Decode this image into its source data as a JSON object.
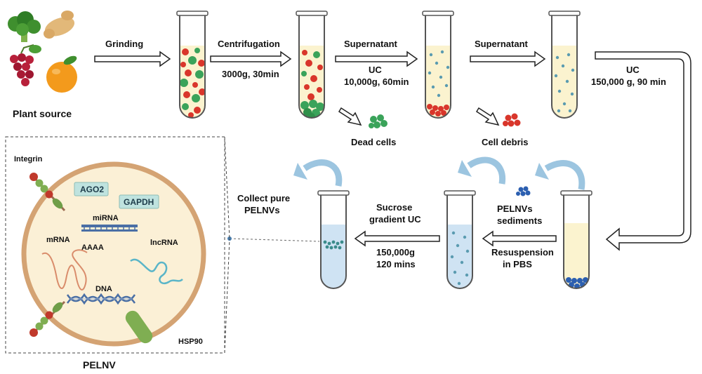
{
  "labels": {
    "plant_source": "Plant source",
    "grinding": "Grinding",
    "centrifugation": "Centrifugation",
    "centrifugation_cond": "3000g, 30min",
    "supernatant_1": "Supernatant",
    "uc_1": "UC",
    "uc_1_cond": "10,000g, 60min",
    "supernatant_2": "Supernatant",
    "uc_2": "UC",
    "uc_2_cond": "150,000 g, 90 min",
    "dead_cells": "Dead cells",
    "cell_debris": "Cell debris",
    "pelnvs_sediments_1": "PELNVs",
    "pelnvs_sediments_2": "sediments",
    "resuspension_1": "Resuspension",
    "resuspension_2": "in PBS",
    "sucrose_1": "Sucrose",
    "sucrose_2": "gradient UC",
    "sucrose_cond_1": "150,000g",
    "sucrose_cond_2": "120 mins",
    "collect_1": "Collect pure",
    "collect_2": "PELNVs",
    "pelnv": "PELNV"
  },
  "vesicle": {
    "integrin_top": "Integrin",
    "ago2": "AGO2",
    "gapdh": "GAPDH",
    "mirna": "miRNA",
    "mrna": "mRNA",
    "aaaa": "AAAA",
    "lncrna": "lncRNA",
    "dna": "DNA",
    "hsp90": "HSP90"
  },
  "colors": {
    "arrow_outline": "#222222",
    "tube_outline": "#555555",
    "yellow_liquid": "#fbf3cf",
    "blue_liquid": "#cfe3f3",
    "red_particle": "#d9362b",
    "green_particle": "#3aa35a",
    "blue_dot": "#5a9bb0",
    "pellet_blue": "#2c5fb0",
    "curved_arrow": "#9cc5e0",
    "vesicle_fill": "#fbf0d6",
    "vesicle_ring": "#d4a373",
    "protein_box": "#bfe3df"
  }
}
